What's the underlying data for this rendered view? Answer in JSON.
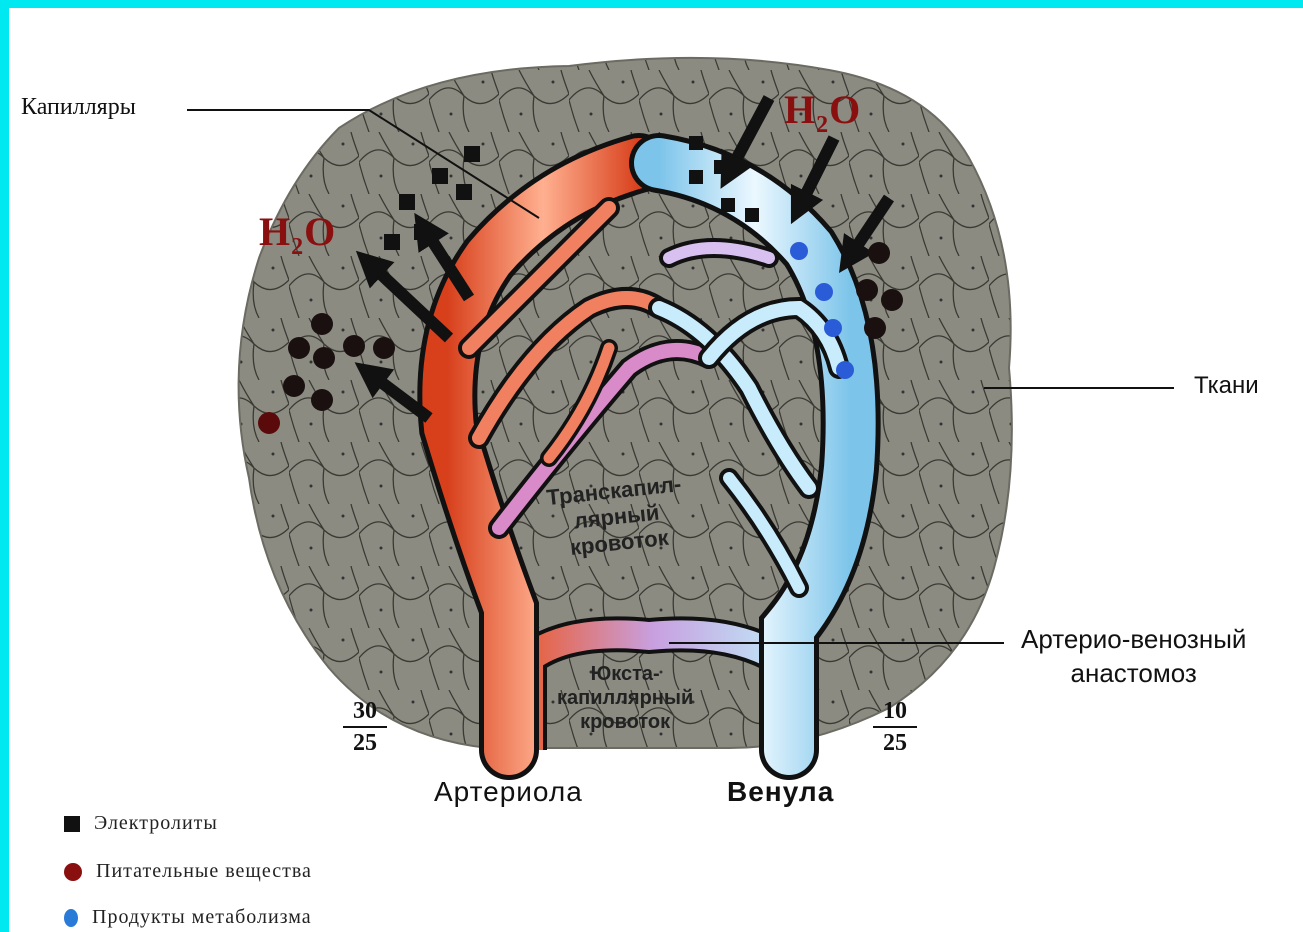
{
  "labels": {
    "capillaries": "Капилляры",
    "tissues": "Ткани",
    "av_anastomosis_line1": "Артерио-венозный",
    "av_anastomosis_line2": "анастомоз",
    "arteriole": "Артериола",
    "venule": "Венула",
    "transcapillary_line1": "Транскапил-",
    "transcapillary_line2": "лярный",
    "transcapillary_line3": "кровоток",
    "juxtacapillary_line1": "Юкста-",
    "juxtacapillary_line2": "капиллярный",
    "juxtacapillary_line3": "кровоток"
  },
  "h2o": {
    "base": "H",
    "sub": "2",
    "tail": "O"
  },
  "pressure_left": {
    "numerator": "30",
    "denominator": "25"
  },
  "pressure_right": {
    "numerator": "10",
    "denominator": "25"
  },
  "legend": [
    {
      "marker": "square",
      "color": "#111111",
      "label": "Электролиты"
    },
    {
      "marker": "circle",
      "color": "#8a1010",
      "label": "Питательные вещества"
    },
    {
      "marker": "circle",
      "color": "#2a7bd8",
      "label": "Продукты метаболизма"
    }
  ],
  "colors": {
    "frame": "#00e8f0",
    "tissue": "#8a8a80",
    "arterial": "#e8502a",
    "venous": "#a8dcf0",
    "mixed": "#b89ad8",
    "h2o_text": "#8a1010"
  }
}
